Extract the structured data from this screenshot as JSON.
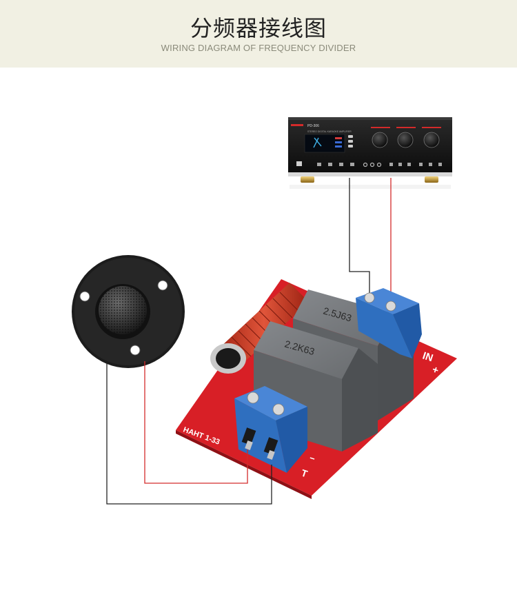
{
  "header": {
    "title": "分频器接线图",
    "subtitle": "WIRING DIAGRAM OF FREQUENCY DIVIDER"
  },
  "colors": {
    "header_bg": "#f1f0e3",
    "wire_black": "#222222",
    "wire_red": "#d42a2a",
    "pcb_red": "#d81f26",
    "capacitor_gray": "#6c6f72",
    "terminal_blue": "#2f6fbf",
    "coil_copper": "#c2341e"
  },
  "amplifier": {
    "model": "PD-306",
    "caption": "STEREO DIGITAL KARAOKE AMPLIFIER"
  },
  "crossover": {
    "capacitor_1": "2.5J63",
    "capacitor_2": "2.2K63",
    "pcb_in_label": "IN",
    "pcb_plus": "+",
    "pcb_minus": "−",
    "pcb_t_label": "T",
    "pcb_model": "HAHT 1-33"
  },
  "icons": {
    "tweeter": "tweeter-speaker-icon",
    "amplifier": "amplifier-icon",
    "crossover": "crossover-board-icon"
  }
}
